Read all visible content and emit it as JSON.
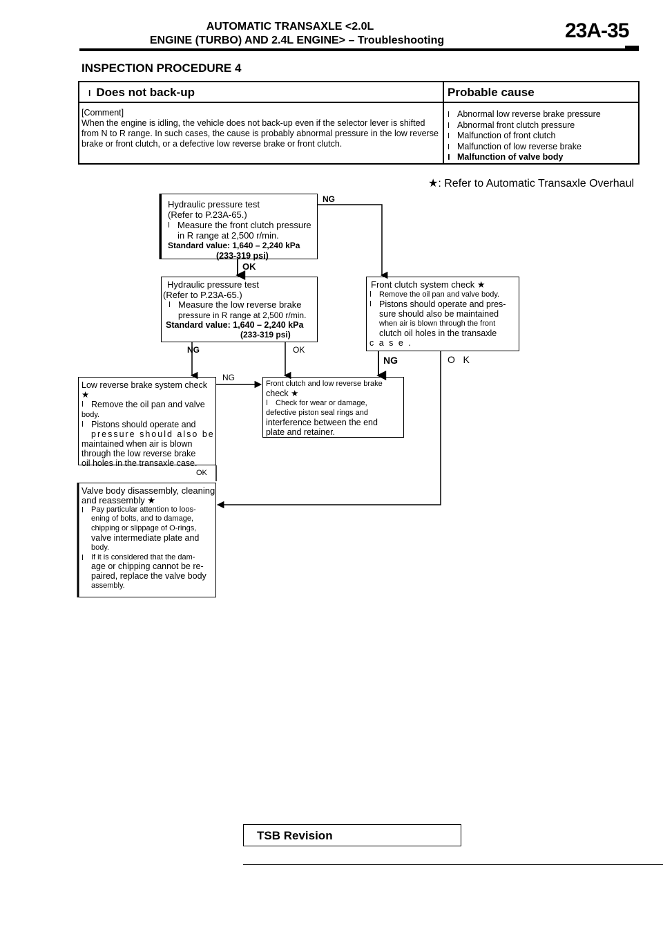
{
  "header": {
    "line1": "AUTOMATIC TRANSAXLE <2.0L",
    "line2": "ENGINE (TURBO) AND 2.4L ENGINE> – Troubleshooting",
    "page_number": "23A-35"
  },
  "section_title": "INSPECTION PROCEDURE 4",
  "symptom": {
    "title": "Does not back-up",
    "comment_label": "[Comment]",
    "comment_lines": [
      "When the engine is idling, the vehicle does not back-up even if the selector lever is shifted",
      "from N to R range. In such cases, the cause is probably abnormal pressure in the low reverse",
      "brake or front clutch, or a defective low reverse brake or front clutch."
    ]
  },
  "probable_cause": {
    "title": "Probable cause",
    "items": [
      "Abnormal low reverse brake pressure",
      "Abnormal front clutch pressure",
      "Malfunction of front clutch",
      "Malfunction of low reverse brake",
      "Malfunction of valve body"
    ]
  },
  "note": "★:  Refer to Automatic Transaxle Overhaul",
  "flow": {
    "step1": {
      "lines": [
        "Hydraulic pressure test",
        "(Refer to P.23A-65.)"
      ],
      "bullet": [
        "Measure the front clutch pressure",
        "in R range at 2,500 r/min."
      ],
      "standard": "Standard value:  1,640 – 2,240 kPa",
      "standard2": "(233-319 psi)"
    },
    "step2": {
      "lines": [
        "Hydraulic pressure test",
        "(Refer to P.23A-65.)"
      ],
      "bullet": [
        "Measure the low reverse brake",
        "pressure in R range at 2,500 r/min."
      ],
      "standard": "Standard value:  1,640 – 2,240 kPa",
      "standard2": "(233-319 psi)"
    },
    "front_check": {
      "title": "Front clutch system check ★",
      "b1": "Remove the oil pan and valve body.",
      "b2": [
        "Pistons should operate and pres-",
        "sure should also be maintained",
        "when air is blown through the front",
        "clutch oil holes in the transaxle",
        "c a s e ."
      ]
    },
    "low_check": {
      "title": "Low reverse brake system check",
      "star": "★",
      "b1": [
        "Remove the oil pan and valve",
        "body."
      ],
      "b2": [
        "Pistons should operate and",
        "pressure should also be",
        "maintained when air is blown",
        "through the low reverse brake",
        "oil holes in the transaxle case."
      ]
    },
    "clutch_brake_check": {
      "title": "Front clutch and low reverse brake",
      "title2": "check ★",
      "b1": [
        "Check for wear or damage,",
        "defective piston seal rings and",
        "interference between the end",
        "plate and retainer."
      ]
    },
    "valve_body": {
      "title": [
        "Valve body disassembly, cleaning",
        "and reassembly ★"
      ],
      "b1": [
        "Pay particular attention to loos-",
        "ening of bolts, and to damage,",
        "chipping or slippage of O-rings,",
        "valve intermediate plate and",
        "body."
      ],
      "b2": [
        "If it is considered that the dam-",
        "age or chipping cannot be re-",
        "paired, replace the valve body",
        "assembly."
      ]
    },
    "labels": {
      "ng": "NG",
      "ok": "OK",
      "ok_spaced": "O   K"
    }
  },
  "footer": {
    "revision": "TSB Revision"
  }
}
